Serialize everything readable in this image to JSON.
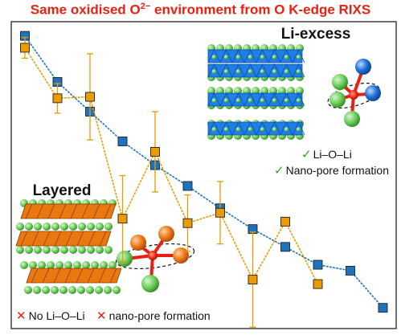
{
  "figure": {
    "title_prefix": "Same oxidised O",
    "title_charge": "2−",
    "title_suffix": " environment from O K-edge RIXS"
  },
  "colors": {
    "title": "#e8200f",
    "blue_series": "#1d73bd",
    "orange_series": "#e99b00",
    "li_sphere": "#6fcf5c",
    "o_sphere": "#e8650f",
    "li_blue_sphere": "#1f6fd6",
    "bond_red": "#e8200f",
    "check_green": "#2aa81e",
    "cross_red": "#e8200f",
    "layered_slab": "#e8780f",
    "excess_slab": "#1f7fe6"
  },
  "chart_data": {
    "type": "scatter",
    "title": "Same oxidised O2− environment from O K-edge RIXS",
    "xlabel": "",
    "ylabel": "",
    "x_ticks": "none",
    "y_ticks": "none",
    "grid": false,
    "series": [
      {
        "color": "#1d73bd",
        "marker": "square",
        "line": "dotted",
        "x": [
          1,
          2,
          3,
          4,
          5,
          6,
          7,
          8,
          9,
          10,
          11,
          12
        ],
        "y": [
          0.955,
          0.8,
          0.7,
          0.6,
          0.52,
          0.45,
          0.375,
          0.305,
          0.245,
          0.185,
          0.165,
          0.04
        ]
      },
      {
        "color": "#e99b00",
        "marker": "square",
        "line": "dotted",
        "error_bars": true,
        "x": [
          1,
          2,
          3,
          4,
          5,
          6,
          7,
          8,
          9,
          10
        ],
        "y": [
          0.915,
          0.745,
          0.75,
          0.34,
          0.565,
          0.325,
          0.36,
          0.135,
          0.33,
          0.12
        ],
        "err": [
          0.035,
          0.05,
          0.145,
          0.145,
          0.135,
          0.095,
          0.105,
          0.16,
          0.0,
          0.0
        ]
      }
    ]
  },
  "layered_panel": {
    "title": "Layered",
    "no_li_o_li": "No Li–O–Li",
    "no_nanopore": "nano-pore formation",
    "cross_glyph": "✕"
  },
  "li_excess_panel": {
    "title": "Li-excess",
    "li_o_li": "Li–O–Li",
    "nanopore": "Nano-pore formation",
    "check_glyph": "✓"
  }
}
